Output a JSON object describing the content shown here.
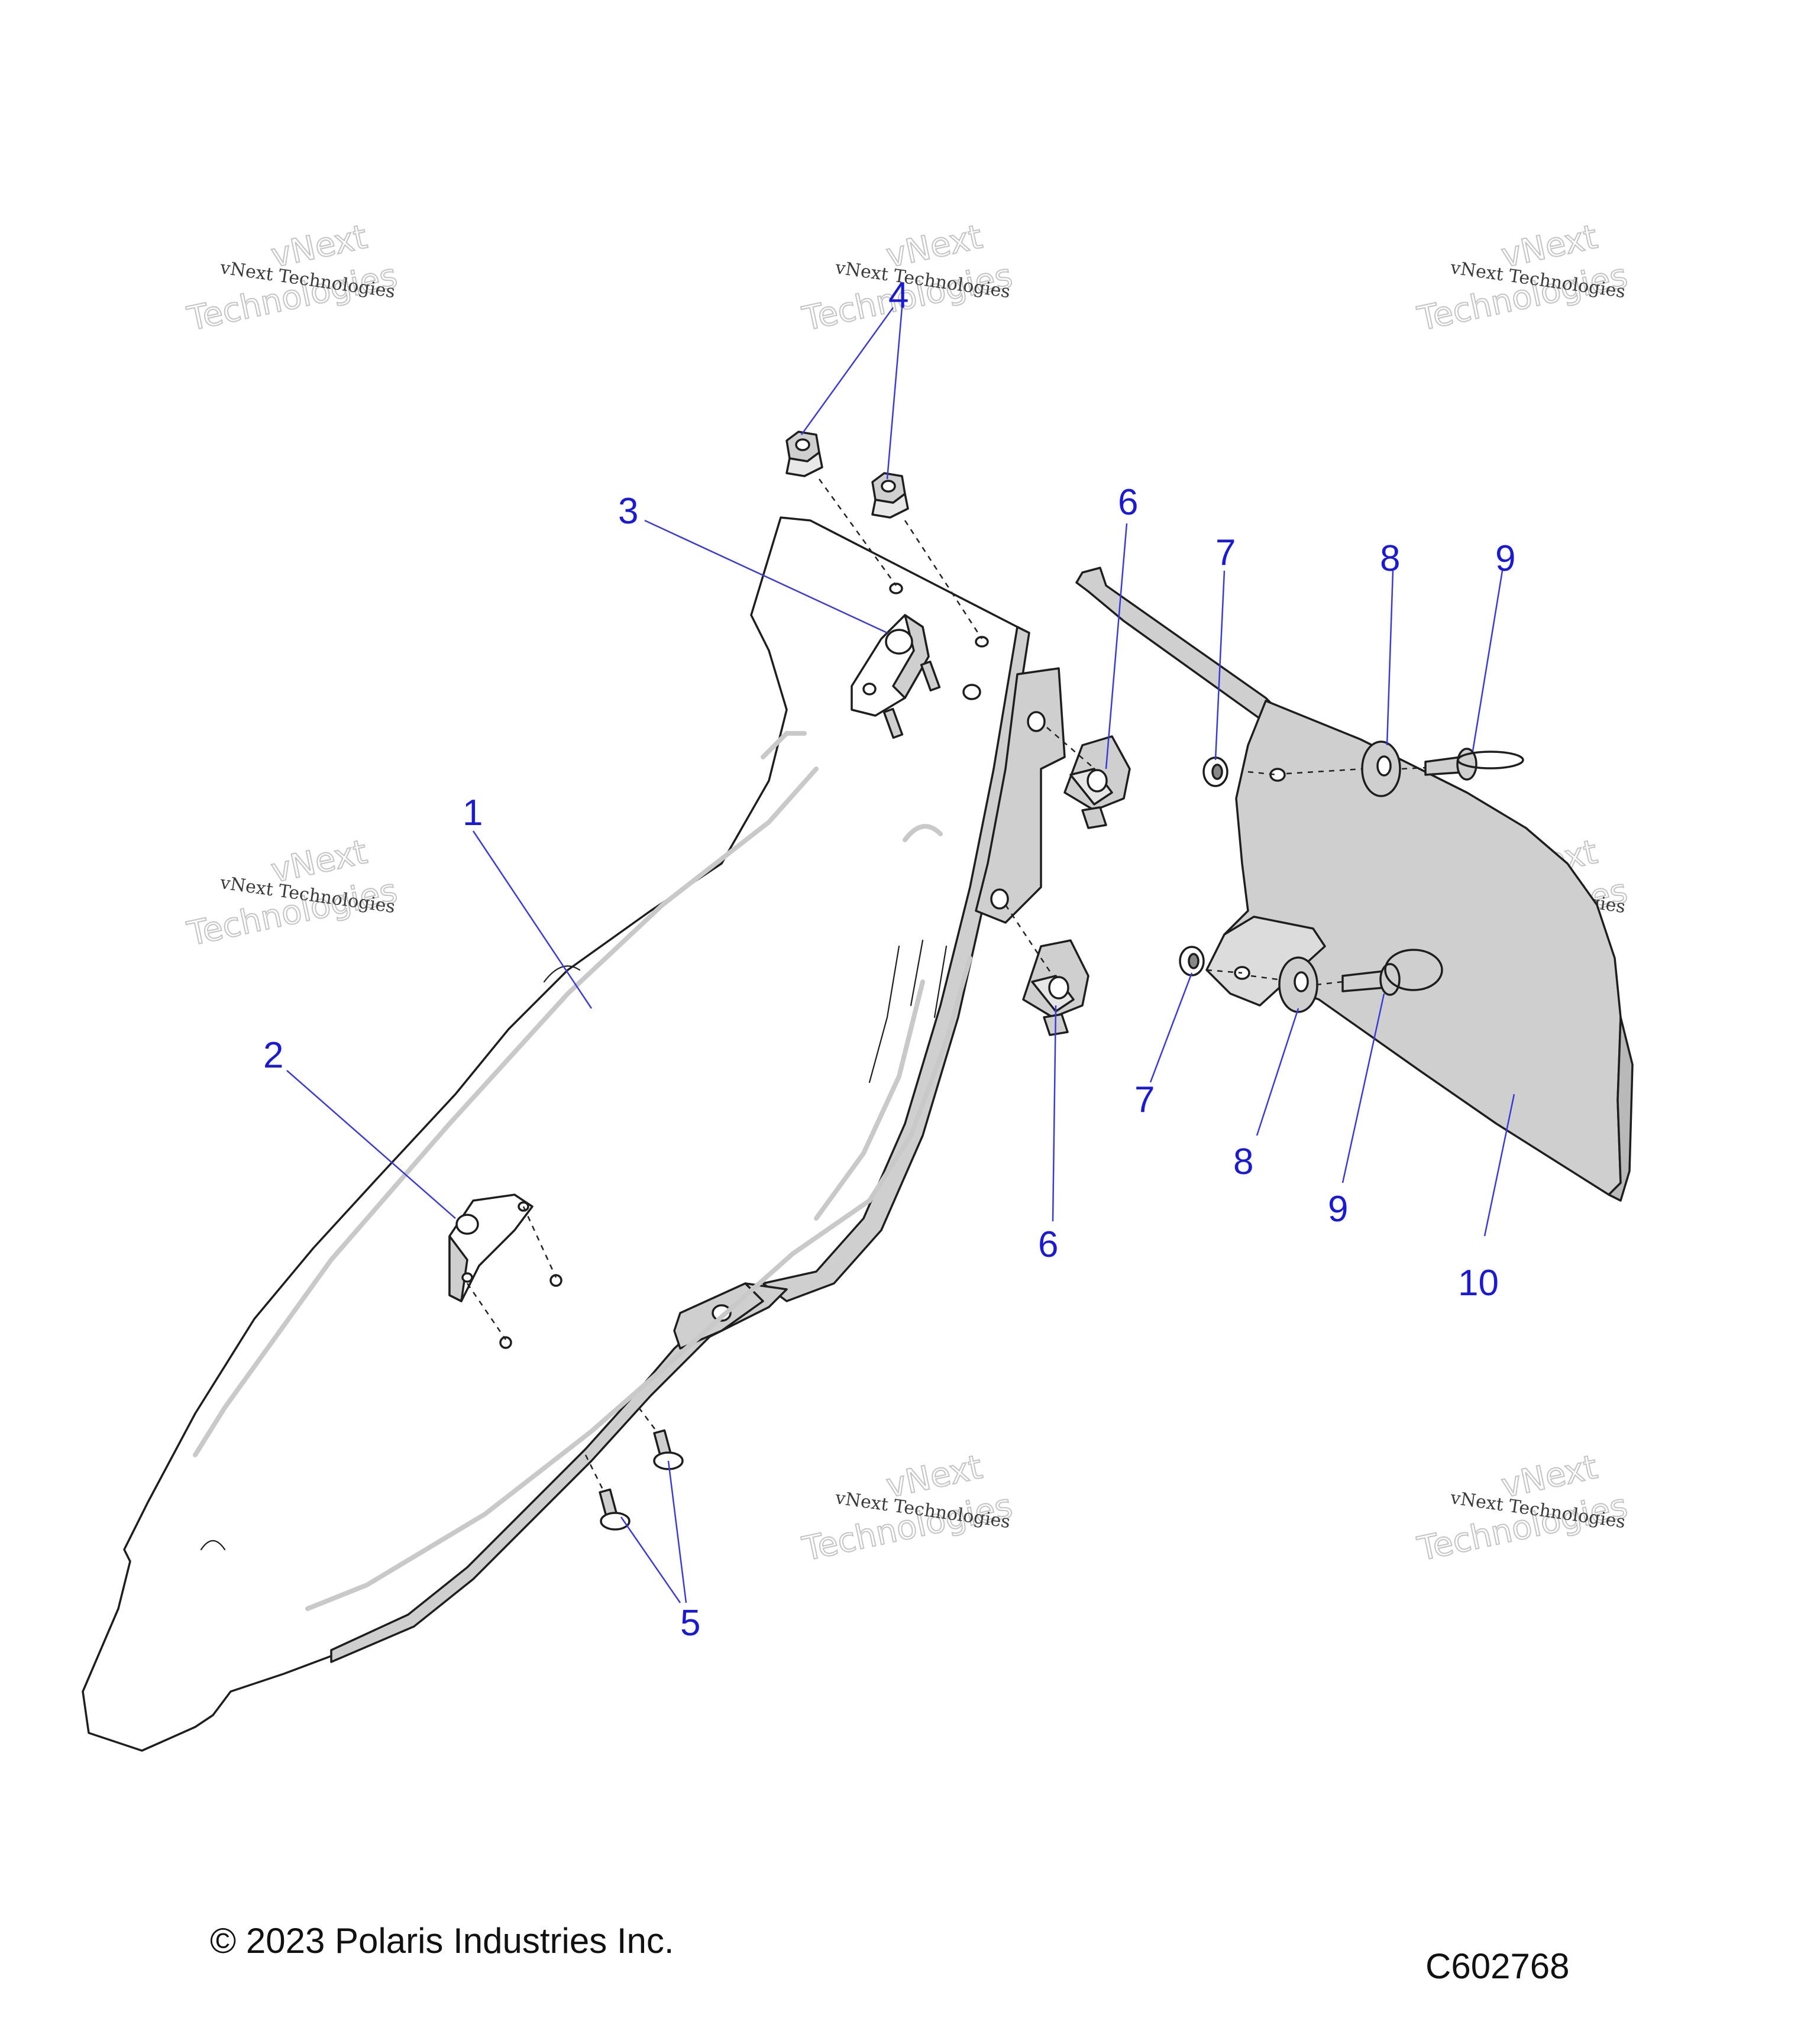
{
  "callouts": {
    "c1": "1",
    "c2": "2",
    "c3": "3",
    "c4": "4",
    "c5": "5",
    "c6a": "6",
    "c6b": "6",
    "c7a": "7",
    "c7b": "7",
    "c8a": "8",
    "c8b": "8",
    "c9a": "9",
    "c9b": "9",
    "c10": "10"
  },
  "watermark": {
    "line1": "vNext Technologies",
    "line2": "vNext",
    "line3": "Technologies"
  },
  "footer": {
    "copyright": "© 2023 Polaris Industries Inc.",
    "code": "C602768"
  },
  "colors": {
    "callout": "#1a1ad6",
    "leader": "#3a3ad8",
    "part_shade": "#cfcfcf",
    "outline": "#1e1e1e"
  }
}
